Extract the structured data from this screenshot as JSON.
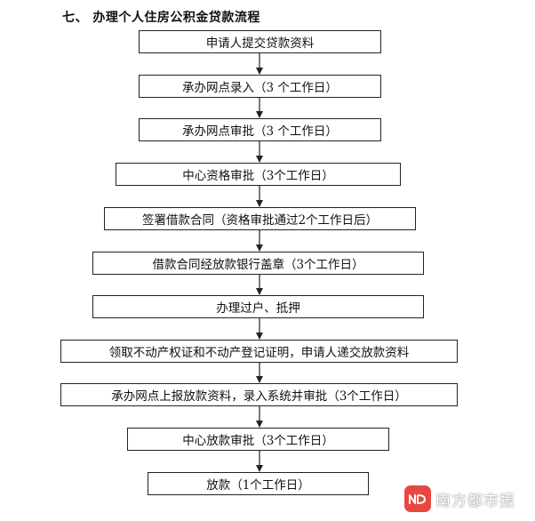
{
  "title": "七、 办理个人住房公积金贷款流程",
  "steps": [
    "申请人提交贷款资料",
    "承办网点录入（3 个工作日）",
    "承办网点审批（3 个工作日）",
    "中心资格审批（3个工作日）",
    "签署借款合同（资格审批通过2个工作日后）",
    "借款合同经放款银行盖章（3个工作日）",
    "办理过户、抵押",
    "领取不动产权证和不动产登记证明，申请人递交放款资料",
    "承办网点上报放款资料，录入系统并审批（3个工作日）",
    "中心放款审批（3个工作日）",
    "放款（1个工作日）"
  ],
  "watermark": {
    "mark": "ND",
    "text": "南方都市报"
  },
  "colors": {
    "border": "#222222",
    "logo": "#e8473f"
  }
}
